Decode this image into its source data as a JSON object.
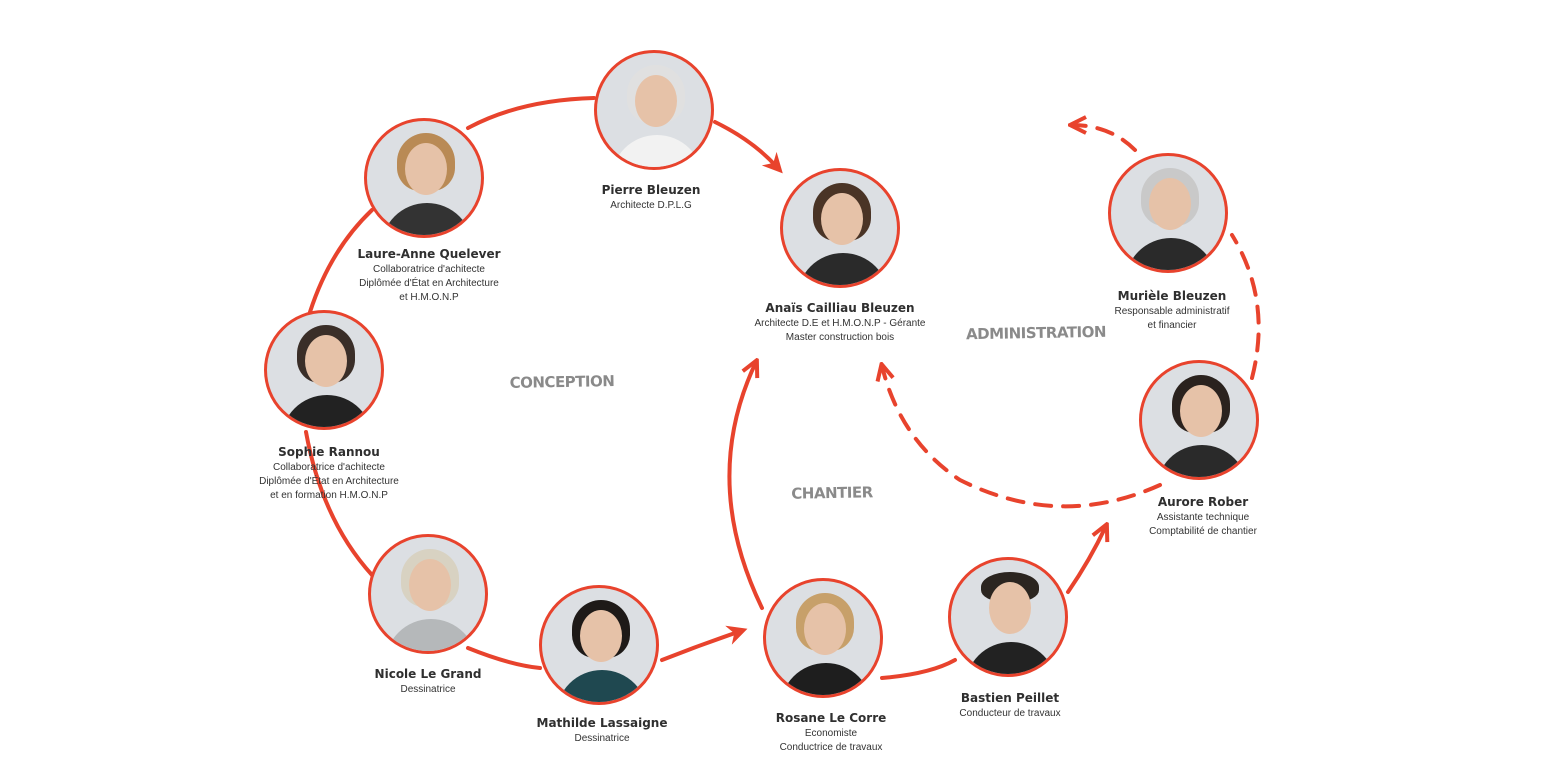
{
  "colors": {
    "accent": "#e8432d",
    "section_text": "#8a8a8a"
  },
  "sections": {
    "conception": "CONCEPTION",
    "chantier": "CHANTIER",
    "administration": "ADMINISTRATION"
  },
  "people": [
    {
      "name": "Pierre Bleuzen",
      "roles": [
        "Architecte D.P.L.G"
      ]
    },
    {
      "name": "Laure-Anne Quelever",
      "roles": [
        "Collaboratrice d'achitecte",
        "Diplômée d'État en Architecture",
        "et H.M.O.N.P"
      ]
    },
    {
      "name": "Anaïs Cailliau Bleuzen",
      "roles": [
        "Architecte D.E et H.M.O.N.P - Gérante",
        "Master construction bois"
      ]
    },
    {
      "name": "Murièle Bleuzen",
      "roles": [
        "Responsable administratif",
        "et financier"
      ]
    },
    {
      "name": "Sophie Rannou",
      "roles": [
        "Collaboratrice d'achitecte",
        "Diplômée d'État en Architecture",
        "et en formation H.M.O.N.P"
      ]
    },
    {
      "name": "Aurore Rober",
      "roles": [
        "Assistante technique",
        "Comptabilité de chantier"
      ]
    },
    {
      "name": "Nicole Le Grand",
      "roles": [
        "Dessinatrice"
      ]
    },
    {
      "name": "Mathilde Lassaigne",
      "roles": [
        "Dessinatrice"
      ]
    },
    {
      "name": "Rosane Le Corre",
      "roles": [
        "Economiste",
        "Conductrice de travaux"
      ]
    },
    {
      "name": "Bastien Peillet",
      "roles": [
        "Conducteur de travaux"
      ]
    }
  ]
}
